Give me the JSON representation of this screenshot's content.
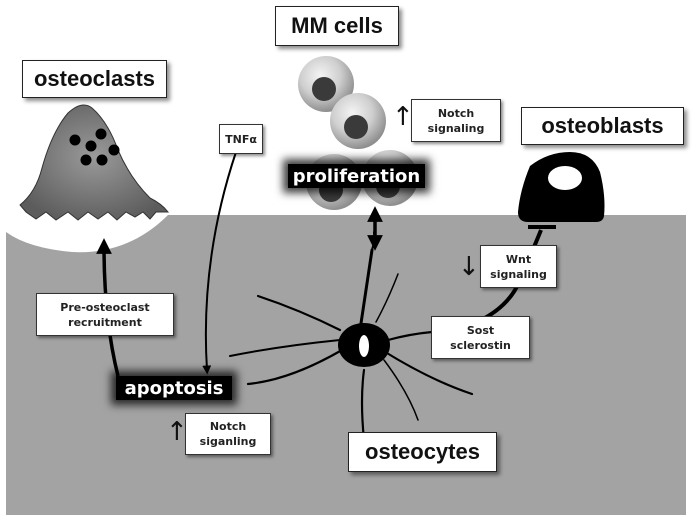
{
  "labels": {
    "mm_cells": "MM cells",
    "osteoclasts": "osteoclasts",
    "osteoblasts": "osteoblasts",
    "osteocytes": "osteocytes",
    "proliferation": "proliferation",
    "apoptosis": "apoptosis",
    "tnf": "TNFα",
    "notch_signaling_top_line1": "Notch",
    "notch_signaling_top_line2": "signaling",
    "wnt_line1": "Wnt",
    "wnt_line2": "signaling",
    "sost_line1": "Sost",
    "sost_line2": "sclerostin",
    "pre_osteoclast_line1": "Pre-osteoclast",
    "pre_osteoclast_line2": "recruitment",
    "notch_siganling_bottom_line1": "Notch",
    "notch_siganling_bottom_line2": "siganling"
  },
  "indicators": {
    "notch_top": "↑",
    "wnt": "↓",
    "notch_bottom": "↑"
  },
  "colors": {
    "bone": "#a3a3a3",
    "cell_black": "#000000",
    "osteoclast_gray": "#7a7a7a",
    "background": "#ffffff"
  }
}
